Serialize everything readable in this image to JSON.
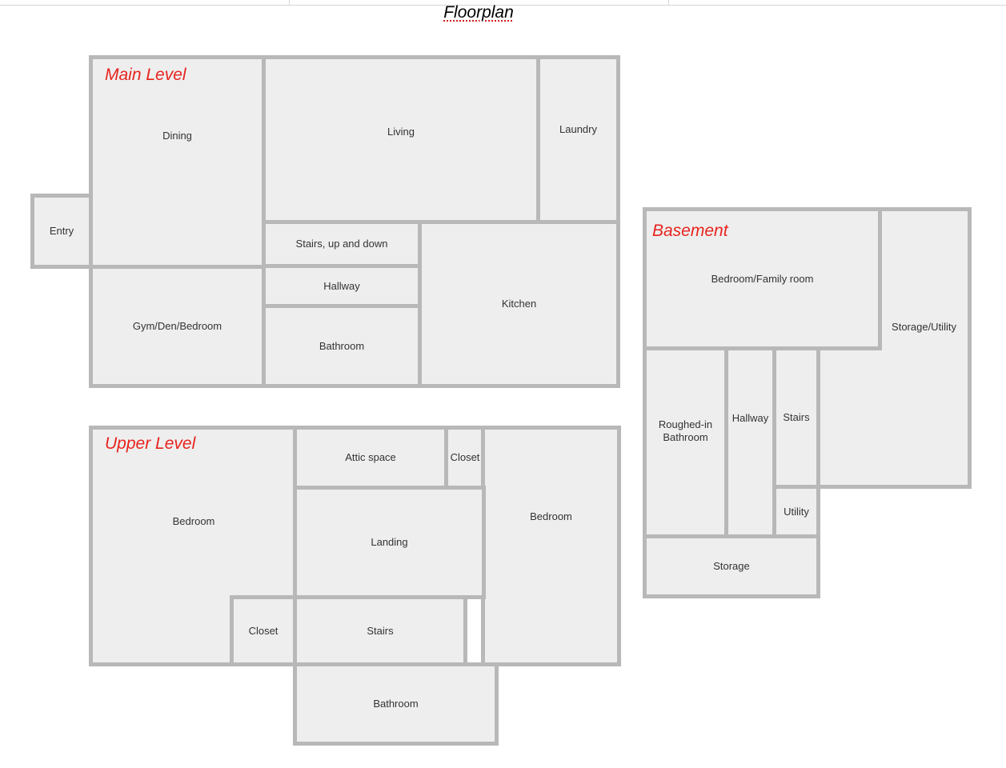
{
  "document": {
    "title": "Floorplan"
  },
  "levels": {
    "main": {
      "label": "Main Level",
      "rooms": {
        "dining": "Dining",
        "living": "Living",
        "laundry": "Laundry",
        "entry": "Entry",
        "stairs": "Stairs, up and down",
        "hallway": "Hallway",
        "kitchen": "Kitchen",
        "gym": "Gym/Den/Bedroom",
        "bathroom": "Bathroom"
      }
    },
    "upper": {
      "label": "Upper Level",
      "rooms": {
        "bedroom_left": "Bedroom",
        "attic": "Attic space",
        "closet_top": "Closet",
        "bedroom_right": "Bedroom",
        "landing": "Landing",
        "closet_bottom": "Closet",
        "stairs": "Stairs",
        "bathroom": "Bathroom"
      }
    },
    "basement": {
      "label": "Basement",
      "rooms": {
        "family": "Bedroom/Family room",
        "bathroom": "Roughed-in Bathroom",
        "hallway": "Hallway",
        "stairs": "Stairs",
        "storage_utility": "Storage/Utility",
        "utility": "Utility",
        "storage": "Storage"
      }
    }
  }
}
